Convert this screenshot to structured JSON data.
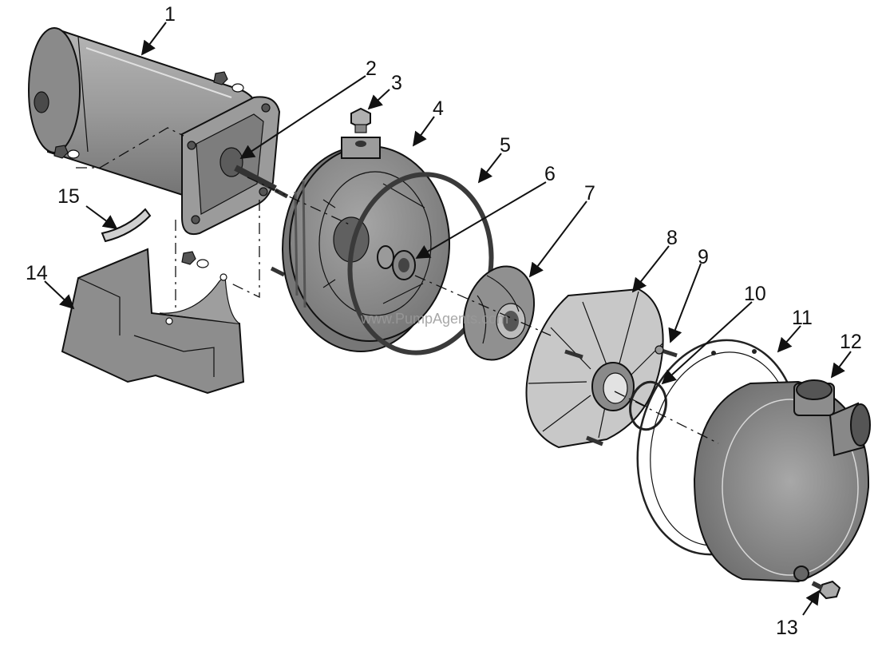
{
  "watermark": "www.PumpAgents.com",
  "callouts": [
    {
      "id": 1,
      "label": "1"
    },
    {
      "id": 2,
      "label": "2"
    },
    {
      "id": 3,
      "label": "3"
    },
    {
      "id": 4,
      "label": "4"
    },
    {
      "id": 5,
      "label": "5"
    },
    {
      "id": 6,
      "label": "6"
    },
    {
      "id": 7,
      "label": "7"
    },
    {
      "id": 8,
      "label": "8"
    },
    {
      "id": 9,
      "label": "9"
    },
    {
      "id": 10,
      "label": "10"
    },
    {
      "id": 11,
      "label": "11"
    },
    {
      "id": 12,
      "label": "12"
    },
    {
      "id": 13,
      "label": "13"
    },
    {
      "id": 14,
      "label": "14"
    },
    {
      "id": 15,
      "label": "15"
    }
  ],
  "colors": {
    "part_fill": "#8f8f8f",
    "part_dark": "#5f5f5f",
    "part_light": "#c4c4c4",
    "line": "#111111"
  }
}
